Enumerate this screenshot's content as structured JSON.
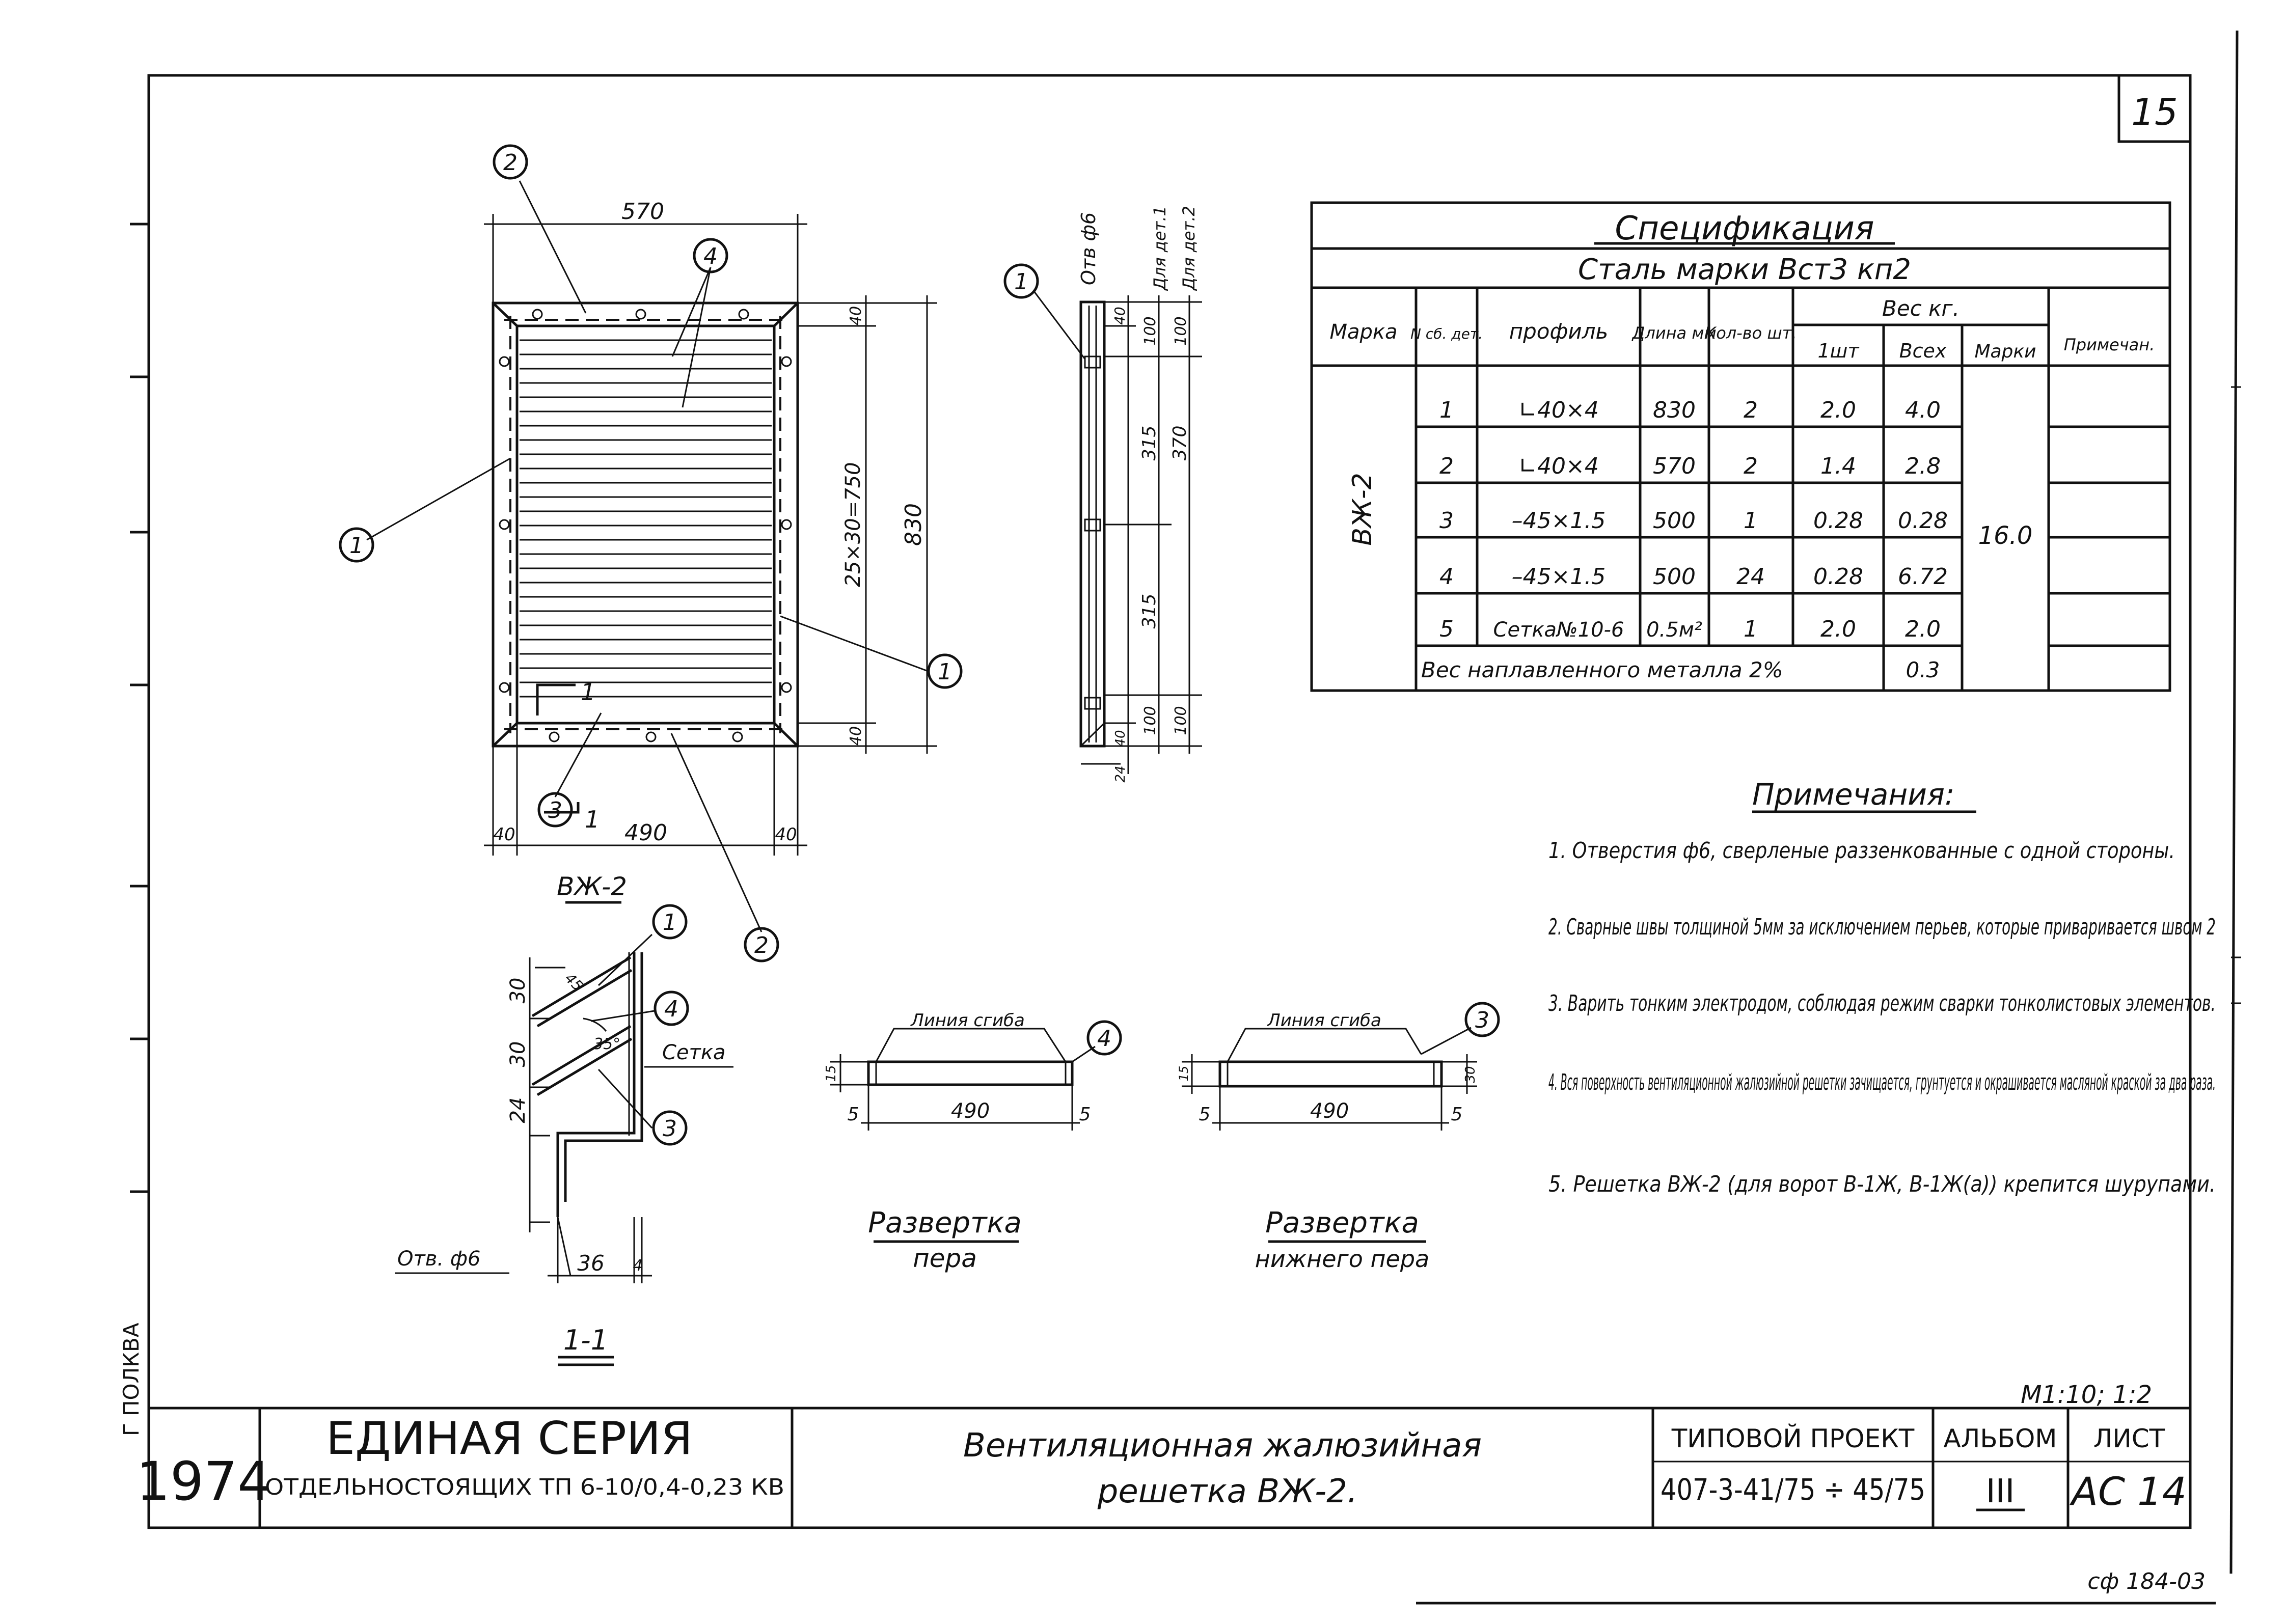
{
  "sheet_number": "15",
  "bottom_right_code": "сф 184-03",
  "left_margin_text": "Г ПОЛКВА",
  "scale": "М1:10; 1:2",
  "main_view": {
    "label": "ВЖ-2",
    "dims": {
      "top_width": "570",
      "bottom_left": "40",
      "bottom_mid": "490",
      "bottom_right": "40",
      "height": "830",
      "inner_height": "25×30=750",
      "top_offset": "40",
      "bottom_offset": "40"
    },
    "callouts": {
      "c1a": "1",
      "c1b": "1",
      "c2a": "2",
      "c2b": "2",
      "c3": "3",
      "c4": "4"
    },
    "section_mark": "1"
  },
  "side_view": {
    "hole_label": "Отв ф6",
    "det1_label": "Для дет.1",
    "det2_label": "Для дет.2",
    "dims": {
      "d40": "40",
      "d100a": "100",
      "d100b": "100",
      "d315a": "315",
      "d370": "370",
      "d315b": "315",
      "d100c": "100",
      "d100d": "100",
      "d40b": "40",
      "d24": "24"
    },
    "callout": "1"
  },
  "spec": {
    "title": "Спецификация",
    "subtitle": "Сталь марки Вст3 кп2",
    "headers": {
      "mark": "Марка",
      "det": "N сб. дет.",
      "profile": "профиль",
      "length": "Длина мм",
      "qty": "Кол-во шт.",
      "weight": "Вес кг.",
      "w_one": "1шт",
      "w_all": "Всех",
      "w_mark": "Марки",
      "note": "Примечан."
    },
    "mark_value": "ВЖ-2",
    "rows": [
      {
        "n": "1",
        "profile": "∟40×4",
        "length": "830",
        "qty": "2",
        "w1": "2.0",
        "wall": "4.0"
      },
      {
        "n": "2",
        "profile": "∟40×4",
        "length": "570",
        "qty": "2",
        "w1": "1.4",
        "wall": "2.8"
      },
      {
        "n": "3",
        "profile": "–45×1.5",
        "length": "500",
        "qty": "1",
        "w1": "0.28",
        "wall": "0.28"
      },
      {
        "n": "4",
        "profile": "–45×1.5",
        "length": "500",
        "qty": "24",
        "w1": "0.28",
        "wall": "6.72"
      },
      {
        "n": "5",
        "profile": "Сетка№10-6",
        "length": "0.5м²",
        "qty": "1",
        "w1": "2.0",
        "wall": "2.0"
      }
    ],
    "total_mark": "16.0",
    "weld_label": "Вес наплавленного металла 2%",
    "weld_value": "0.3"
  },
  "notes": {
    "title": "Примечания:",
    "items": [
      "1. Отверстия ф6, сверленые раззенкованные с одной стороны.",
      "2. Сварные швы толщиной 5мм за исключением перьев, которые приваривается швом 2",
      "3. Варить тонким электродом, соблюдая режим сварки тонколистовых элементов.",
      "4. Вся поверхность вентиляционной жалюзийной решетки зачищается, грунтуется и окрашивается масляной краской за два раза.",
      "5. Решетка ВЖ-2 (для ворот В-1Ж, В-1Ж(а)) крепится шурупами."
    ]
  },
  "section": {
    "label": "1-1",
    "dims": {
      "d30a": "30",
      "d30b": "30",
      "d24": "24",
      "d36": "36",
      "d4": "4",
      "angle": "35°",
      "d45": "45"
    },
    "setka": "Сетка",
    "hole": "Отв. ф6",
    "callouts": {
      "c1": "1",
      "c4": "4",
      "c3": "3"
    }
  },
  "razv_pera": {
    "fold_line": "Линия сгиба",
    "callout": "4",
    "len": "490",
    "s1": "5",
    "s2": "5",
    "h": "15",
    "title": "Развертка",
    "sub": "пера"
  },
  "razv_nizh": {
    "fold_line": "Линия сгиба",
    "callout": "3",
    "len": "490",
    "s1": "5",
    "s2": "5",
    "h": "30",
    "h2": "15",
    "title": "Развертка",
    "sub": "нижнего пера"
  },
  "title_block": {
    "year": "1974",
    "series": "ЕДИНАЯ СЕРИЯ",
    "series_sub": "ОТДЕЛЬНОСТОЯЩИХ ТП 6-10/0,4-0,23 КВ",
    "drawing_title_1": "Вентиляционная жалюзийная",
    "drawing_title_2": "решетка ВЖ-2.",
    "project_label": "ТИПОВОЙ ПРОЕКТ",
    "project_number": "407-3-41/75 ÷ 45/75",
    "album_label": "АЛЬБОМ",
    "album_value": "III",
    "sheet_label": "ЛИСТ",
    "sheet_value": "АС 14"
  }
}
